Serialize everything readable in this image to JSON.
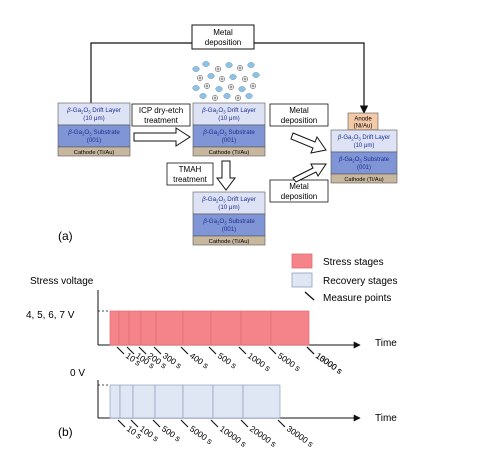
{
  "panel_a": {
    "label": "(a)",
    "top_step": "Metal deposition",
    "beta": "β",
    "ga2o3_prefix": "-Ga",
    "drift_label": "Drift Layer",
    "substrate_label": "Substrate",
    "drift_thickness": "(10 μm)",
    "substrate_orientation": "(001)",
    "cathode": "Cathode (Ti/Au)",
    "anode_title": "Anode",
    "anode_metal": "(Ni/Au)",
    "step_icp": "ICP dry-etch treatment",
    "step_tmah": "TMAH treatment",
    "step_metal_upper": "Metal deposition",
    "step_metal_lower": "Metal deposition",
    "colors": {
      "drift_fill": "#dde3f5",
      "substrate_fill": "#7f95d6",
      "cathode_fill": "#c7b79e",
      "anode_fill": "#f3c9a8",
      "text_blue": "#1f2f8f"
    }
  },
  "panel_b": {
    "label": "(b)",
    "y_title": "Stress voltage",
    "y_high": "4, 5, 6, 7 V",
    "y_low": "0 V",
    "axis_label": "Time",
    "legend": {
      "stress": "Stress stages",
      "recovery": "Recovery stages",
      "measure": "Measure points"
    },
    "stress_times": [
      "10 s",
      "100 s",
      "200 s",
      "300 s",
      "400 s",
      "500 s",
      "1000 s",
      "5000 s",
      "10000 s",
      "15000 s"
    ],
    "recovery_times": [
      "10 s",
      "100 s",
      "500 s",
      "5000 s",
      "10000 s",
      "20000 s",
      "30000 s"
    ],
    "colors": {
      "stress_fill": "#f4838a",
      "stress_stroke": "#e46d74",
      "recovery_fill": "#dfe6f4",
      "recovery_stroke": "#8f9fbf"
    }
  }
}
